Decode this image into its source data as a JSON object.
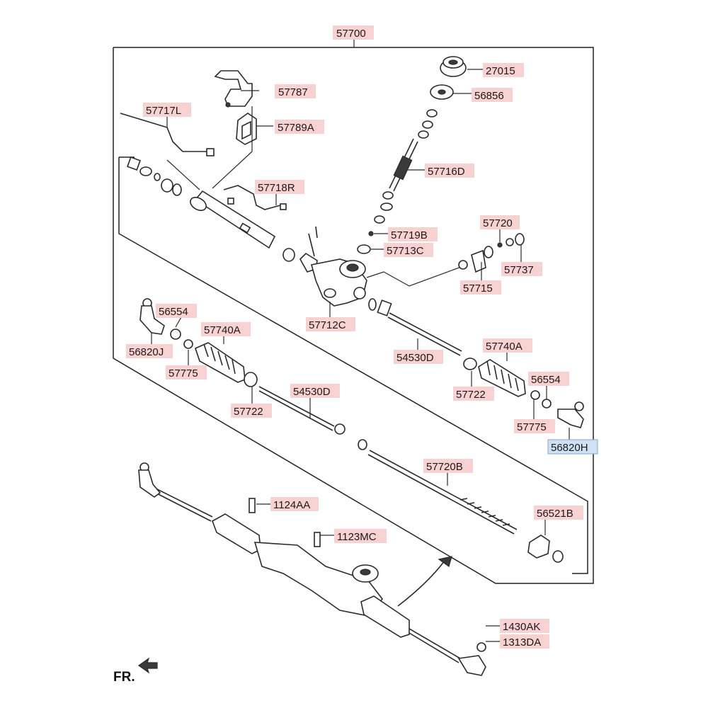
{
  "diagram": {
    "assembly_label": "57700",
    "front_marker": "FR.",
    "labels": {
      "l27015": "27015",
      "l56856": "56856",
      "l57787": "57787",
      "l57717L": "57717L",
      "l57789A": "57789A",
      "l57716D": "57716D",
      "l57718R": "57718R",
      "l57719B": "57719B",
      "l57713C": "57713C",
      "l57720": "57720",
      "l57737": "57737",
      "l57715": "57715",
      "l56554a": "56554",
      "l57740Aa": "57740A",
      "l57712C": "57712C",
      "l56820J": "56820J",
      "l54530Da": "54530D",
      "l57740Ab": "57740A",
      "l57775a": "57775",
      "l54530Db": "54530D",
      "l57722a": "57722",
      "l57722b": "57722",
      "l56554b": "56554",
      "l57775b": "57775",
      "l56820H": "56820H",
      "l57720B": "57720B",
      "l1124AA": "1124AA",
      "l56521B": "56521B",
      "l1123MC": "1123MC",
      "l1430AK": "1430AK",
      "l1313DA": "1313DA"
    }
  }
}
